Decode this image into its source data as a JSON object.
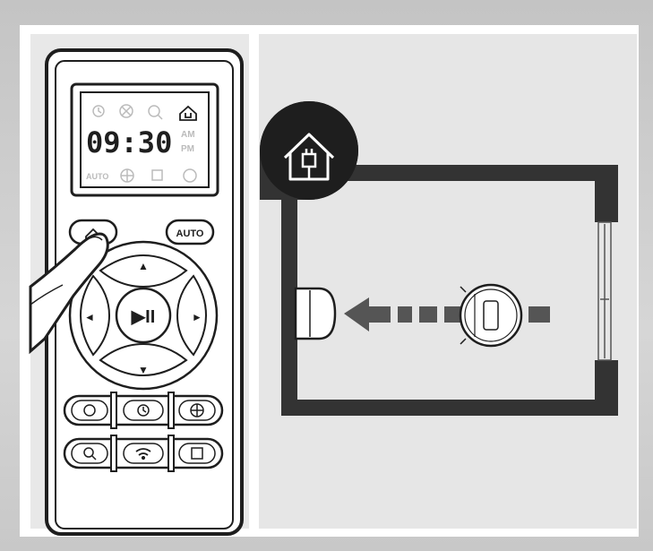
{
  "remote": {
    "display": {
      "time": "09:30",
      "am_label": "AM",
      "pm_label": "PM",
      "auto_label": "AUTO"
    },
    "buttons": {
      "auto_label": "AUTO",
      "up_arrow": "▲",
      "down_arrow": "▼",
      "left_arrow": "◄",
      "right_arrow": "►",
      "play_pause": "▶II"
    },
    "icons": {
      "display_row1": [
        "schedule-icon",
        "spot-icon",
        "edge-icon",
        "home-charge-icon"
      ],
      "display_row3": [
        "auto-mode-icon",
        "target-icon",
        "square-icon",
        "power-icon"
      ],
      "home_button": "house-icon",
      "bottom_row1": [
        "suction-icon",
        "clock-icon",
        "spot-target-icon"
      ],
      "bottom_row2": [
        "search-icon",
        "wifi-icon",
        "edge-square-icon"
      ]
    }
  },
  "room_diagram": {
    "badge_icon": "house-plug-icon",
    "charging_dock": "charging-dock",
    "robot": "robot-vacuum",
    "path_arrow": "return-arrow"
  },
  "colors": {
    "frame": "#cccccc",
    "panel": "#e6e6e6",
    "wall": "#333333",
    "outline": "#222222",
    "path_arrow": "#555555"
  }
}
